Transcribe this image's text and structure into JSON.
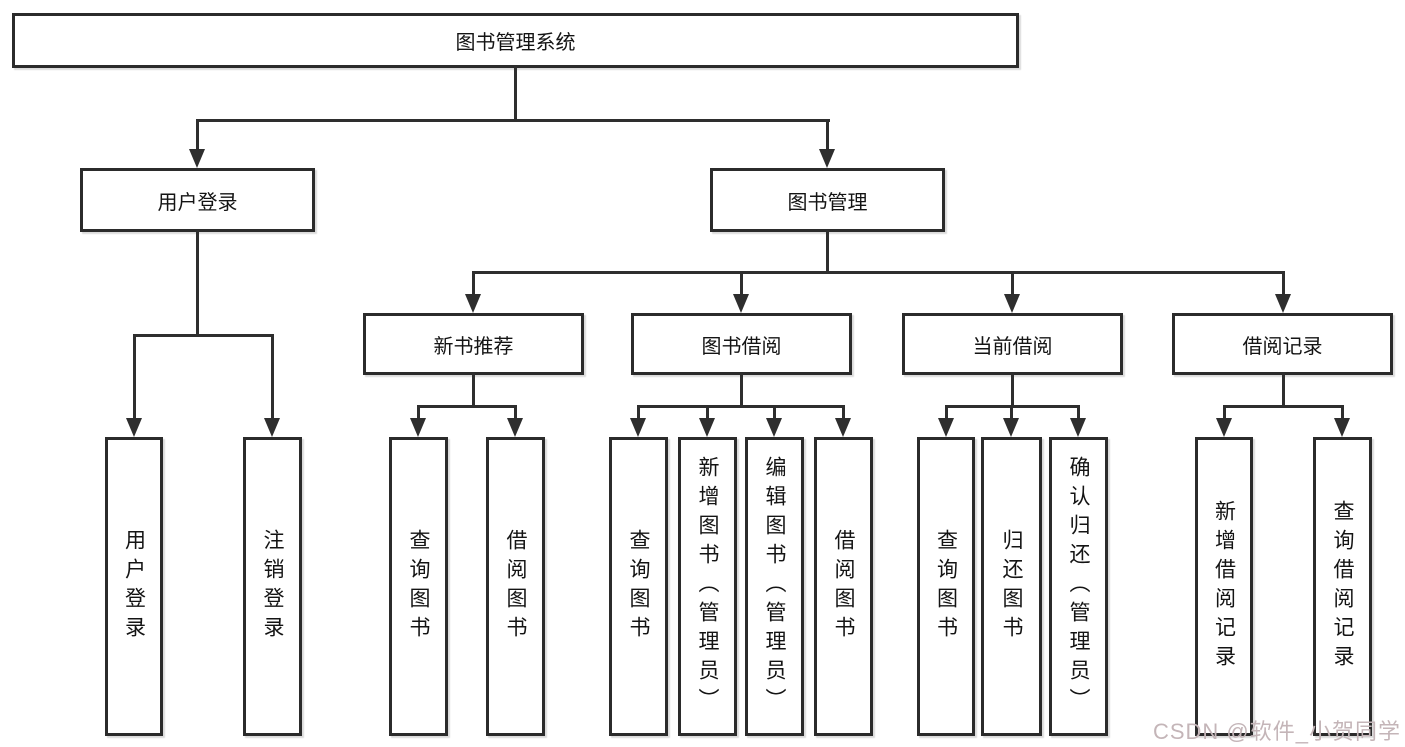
{
  "diagram": {
    "title": "图书管理系统",
    "level2": [
      {
        "label": "用户登录"
      },
      {
        "label": "图书管理"
      }
    ],
    "level3": [
      {
        "label": "新书推荐"
      },
      {
        "label": "图书借阅"
      },
      {
        "label": "当前借阅"
      },
      {
        "label": "借阅记录"
      }
    ],
    "leaves": {
      "user_login": [
        {
          "label": "用户登录"
        },
        {
          "label": "注销登录"
        }
      ],
      "new_books": [
        {
          "label": "查询图书"
        },
        {
          "label": "借阅图书"
        }
      ],
      "borrowing": [
        {
          "label": "查询图书"
        },
        {
          "label": "新增图书（管理员）"
        },
        {
          "label": "编辑图书（管理员）"
        },
        {
          "label": "借阅图书"
        }
      ],
      "current": [
        {
          "label": "查询图书"
        },
        {
          "label": "归还图书"
        },
        {
          "label": "确认归还（管理员）"
        }
      ],
      "records": [
        {
          "label": "新增借阅记录"
        },
        {
          "label": "查询借阅记录"
        }
      ]
    },
    "watermark": "CSDN @软件_小贺同学",
    "colors": {
      "background": "#ffffff",
      "line": "#2e2e2e",
      "box_border": "#2b2b2b",
      "text": "#141414",
      "watermark": "#c4b5b8"
    }
  }
}
